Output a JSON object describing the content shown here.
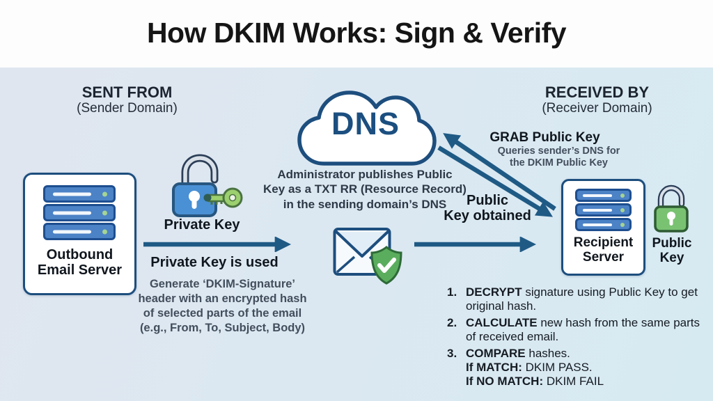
{
  "title": "How DKIM Works: Sign & Verify",
  "sender": {
    "header": "SENT FROM",
    "subheader": "(Sender Domain)",
    "server_label": "Outbound\nEmail Server",
    "private_key_label": "Private Key",
    "private_key_used": "Private Key is used",
    "generate_note": "Generate ‘DKIM-Signature’\nheader with an encrypted hash\nof selected parts of the email\n(e.g., From, To, Subject, Body)"
  },
  "dns": {
    "cloud_label": "DNS",
    "admin_note": "Administrator publishes Public\nKey as a TXT RR (Resource Record)\nin the sending domain’s DNS"
  },
  "receiver": {
    "header": "RECEIVED BY",
    "subheader": "(Receiver Domain)",
    "grab_label": "GRAB Public Key",
    "queries_note": "Queries sender’s DNS for\nthe DKIM Public Key",
    "key_obtained_label": "Public\nKey obtained",
    "server_label": "Recipient\nServer",
    "public_key_label": "Public\nKey"
  },
  "verify": {
    "items": [
      {
        "num": "1.",
        "bold": "DECRYPT",
        "text": " signature using Public Key to get original hash."
      },
      {
        "num": "2.",
        "bold": "CALCULATE",
        "text": " new hash from the same parts of received email."
      },
      {
        "num": "3.",
        "bold": "COMPARE",
        "text": " hashes."
      }
    ],
    "match_bold": "If MATCH:",
    "match_text": " DKIM PASS.",
    "no_match_bold": "If NO MATCH:",
    "no_match_text": " DKIM FAIL"
  },
  "colors": {
    "arrow_blue": "#1f5a85",
    "outline_blue": "#1d4e7e",
    "server_blue": "#4c82c6",
    "padlock_blue": "#4a90d4",
    "key_green": "#9ccf6e",
    "public_padlock_green": "#79c272",
    "shield_green": "#5bad5e",
    "bg_left": "#e0e6f0",
    "bg_right": "#d6eaf2"
  }
}
